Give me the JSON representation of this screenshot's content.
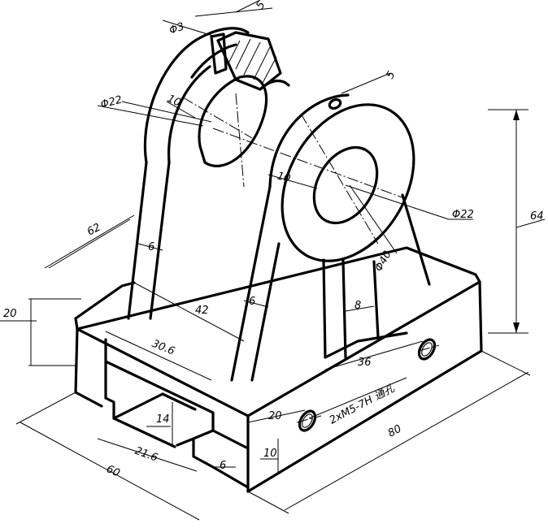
{
  "dimensions": {
    "d_hole_3": "Φ3",
    "d_top_5": "5",
    "d_left_bore": "Φ22",
    "d_left_10": "10",
    "d_right_5": "5",
    "d_right_10": "10",
    "d_right_bore": "Φ22",
    "d_outer_40": "Φ40",
    "d_height_64": "64",
    "d_length_62": "62",
    "d_rib_6a": "6",
    "d_rib_6b": "6",
    "d_gap_42": "42",
    "d_rib_8": "8",
    "d_inner_30_6": "30.6",
    "d_base_20": "20",
    "d_base_36": "36",
    "d_thread_note": "2xM5-7H 通孔",
    "d_offset_20": "20",
    "d_length_80": "80",
    "d_slot_14": "14",
    "d_slot_21_6": "21.6",
    "d_width_60": "60",
    "d_step_6": "6",
    "d_hole_10": "10"
  }
}
